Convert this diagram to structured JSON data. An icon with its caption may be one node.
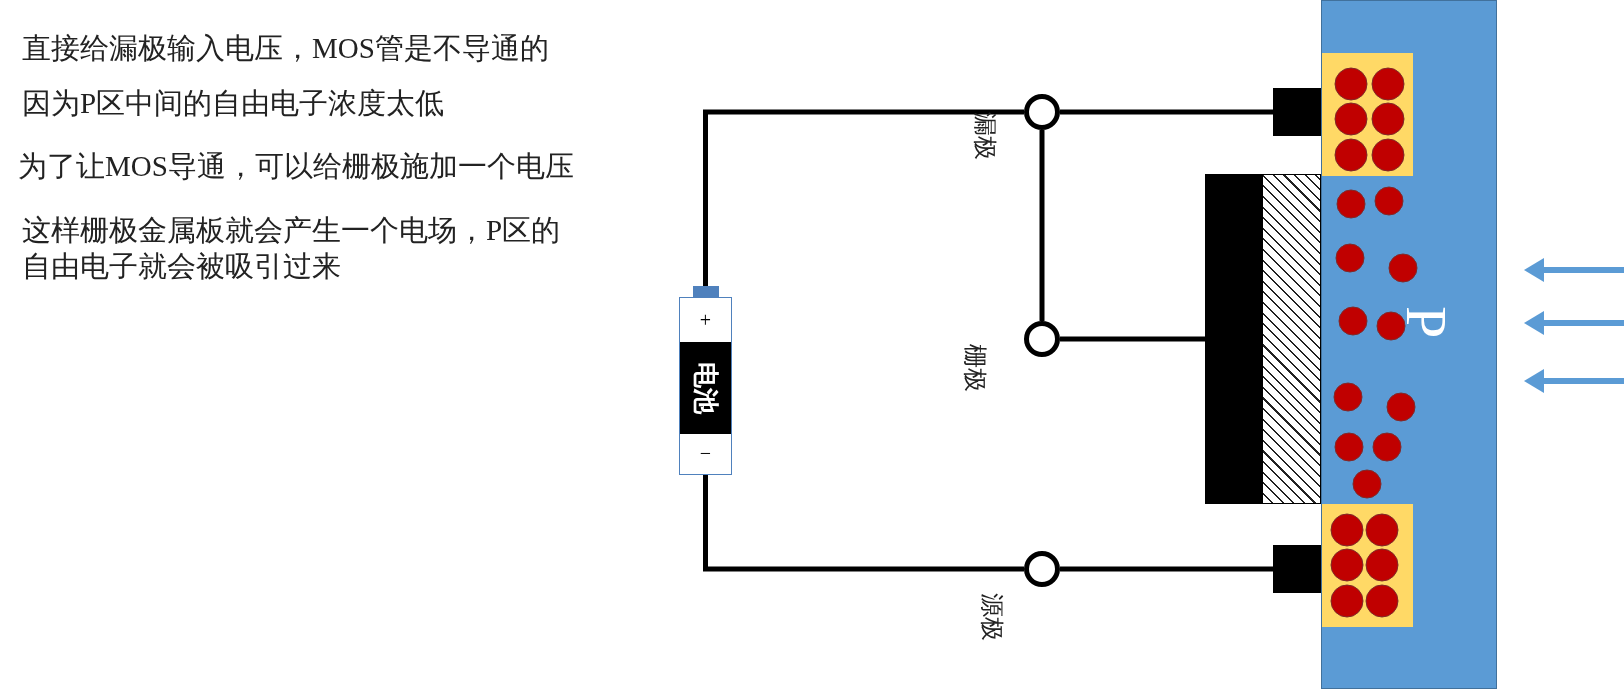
{
  "diagram": {
    "nodes": [
      {
        "text": [
          "+",
          "电池",
          "−"
        ]
      },
      {
        "text": [],
        "shape": "circle",
        "beside": [
          "漏极"
        ]
      },
      {
        "text": [],
        "shape": "circle",
        "beside": [
          "栅极"
        ]
      },
      {
        "text": [],
        "shape": "circle",
        "beside": [
          "源极"
        ]
      },
      {
        "text": [
          "P"
        ]
      },
      {
        "text": [],
        "shape": "box",
        "in": 4
      },
      {
        "text": [],
        "shape": "box",
        "in": 4
      },
      {
        "text": [],
        "shape": "box"
      },
      {
        "text": [],
        "shape": "box"
      },
      {
        "text": [],
        "shape": "box"
      },
      {
        "text": [],
        "shape": "box"
      }
    ],
    "edges": [
      {
        "from": 0,
        "to": 1,
        "arrow": "none"
      },
      {
        "from": 1,
        "to": 7,
        "arrow": "none"
      },
      {
        "from": 1,
        "to": 2,
        "arrow": "none"
      },
      {
        "from": 2,
        "to": 9,
        "arrow": "none"
      },
      {
        "from": 0,
        "to": 3,
        "arrow": "none"
      },
      {
        "from": 3,
        "to": 8,
        "arrow": "none"
      }
    ],
    "labels": [
      "直接给漏极输入电压，MOS管是不导通的",
      "因为P区中间的自由电子浓度太低",
      "为了让MOS导通，可以给栅极施加一个电压",
      "这样栅极金属板就会产生一个电场，P区的自由电子就会被吸引过来"
    ]
  }
}
